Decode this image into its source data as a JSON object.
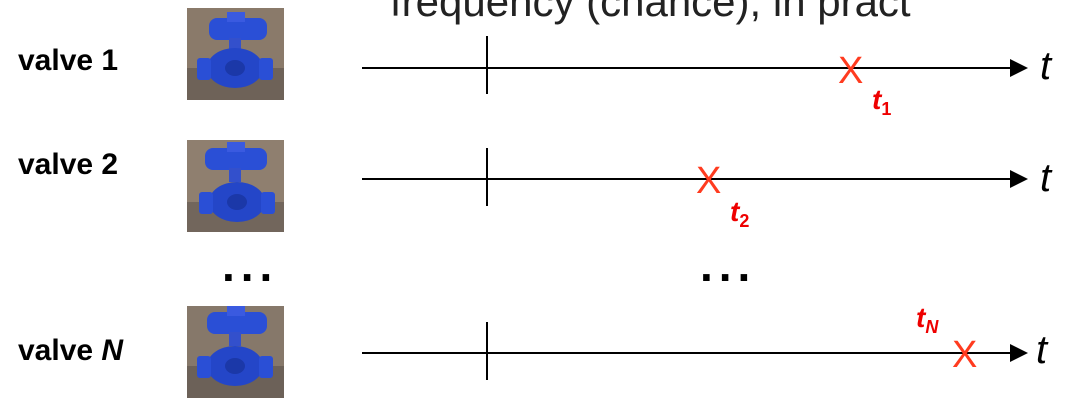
{
  "header_text": "frequency (chance), in pract",
  "rows": [
    {
      "label_prefix": "valve",
      "label_index": "1",
      "failure_symbol": "X",
      "failure_time": "t",
      "failure_sub": "1",
      "axis_label": "t"
    },
    {
      "label_prefix": "valve",
      "label_index": "2",
      "failure_symbol": "X",
      "failure_time": "t",
      "failure_sub": "2",
      "axis_label": "t"
    },
    {
      "label_prefix": "valve",
      "label_index": "N",
      "failure_symbol": "X",
      "failure_time": "t",
      "failure_sub": "N",
      "axis_label": "t"
    }
  ],
  "ellipsis_left": "...",
  "ellipsis_mid": "...",
  "colors": {
    "failure": "#ff3b1f",
    "failure_label": "#ee0000",
    "valve_blue": "#2a4fd6"
  },
  "icons": {
    "valve_photo": "valve-photo-icon"
  }
}
